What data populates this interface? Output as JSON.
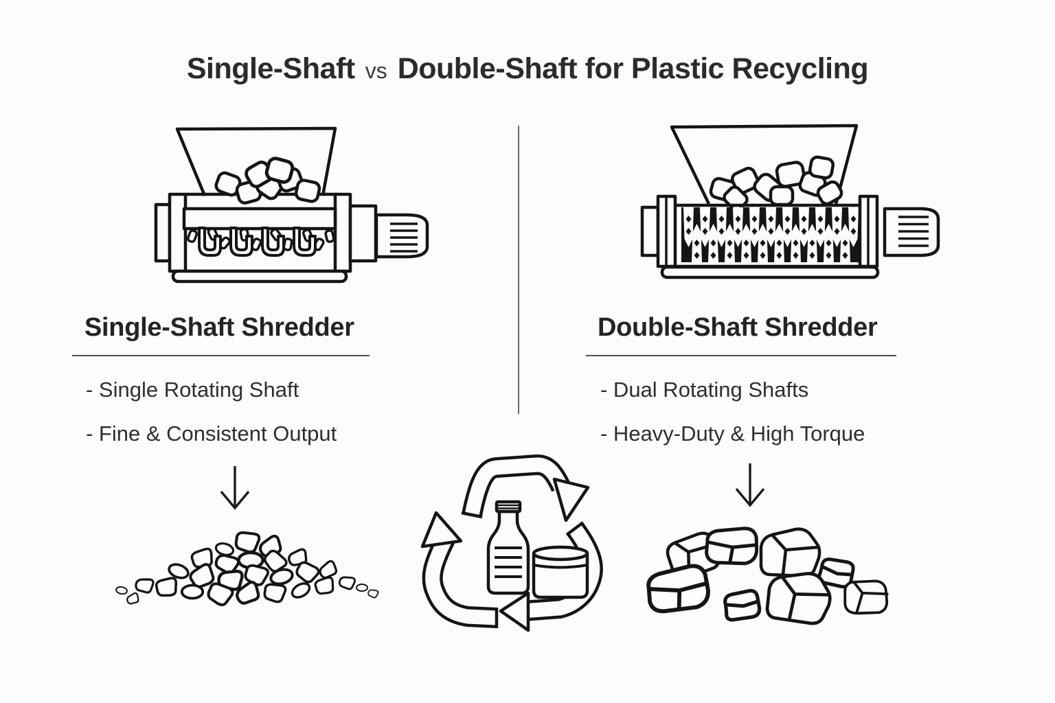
{
  "title": {
    "left": "Single-Shaft",
    "vs": "vs",
    "right": "Double-Shaft for Plastic Recycling"
  },
  "left_column": {
    "heading": "Single-Shaft Shredder",
    "bullets": [
      "- Single Rotating Shaft",
      "- Fine & Consistent Output"
    ]
  },
  "right_column": {
    "heading": "Double-Shaft Shredder",
    "bullets": [
      "- Dual Rotating Shafts",
      "- Heavy-Duty & High Torque"
    ]
  },
  "icons": {
    "left_machine": "single-shaft-shredder-illustration",
    "right_machine": "double-shaft-shredder-illustration",
    "left_output": "fine-flakes-pile",
    "right_output": "coarse-chunks-pile",
    "center": "plastic-recycling-symbol",
    "arrows": "down-arrow"
  },
  "colors": {
    "background": "#fcfcfc",
    "line_art": "#151515",
    "title_text": "#2b2b2b",
    "body_text": "#2e2e2e",
    "divider": "#6a6a6a",
    "underline": "#4f4f4f"
  }
}
